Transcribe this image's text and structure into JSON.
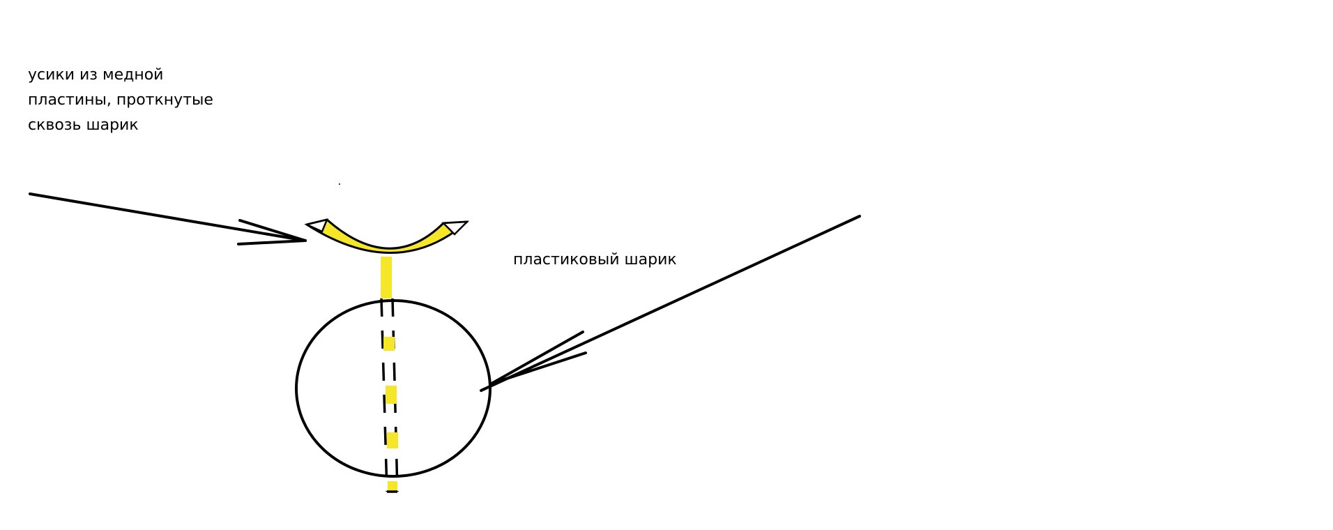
{
  "labels": {
    "whiskers": [
      "усики из медной",
      "пластины, проткнутые",
      "сквозь шарик"
    ],
    "ball": "пластиковый шарик"
  },
  "colors": {
    "ink": "#000000",
    "copper": "#f5e62a",
    "background": "#ffffff"
  }
}
